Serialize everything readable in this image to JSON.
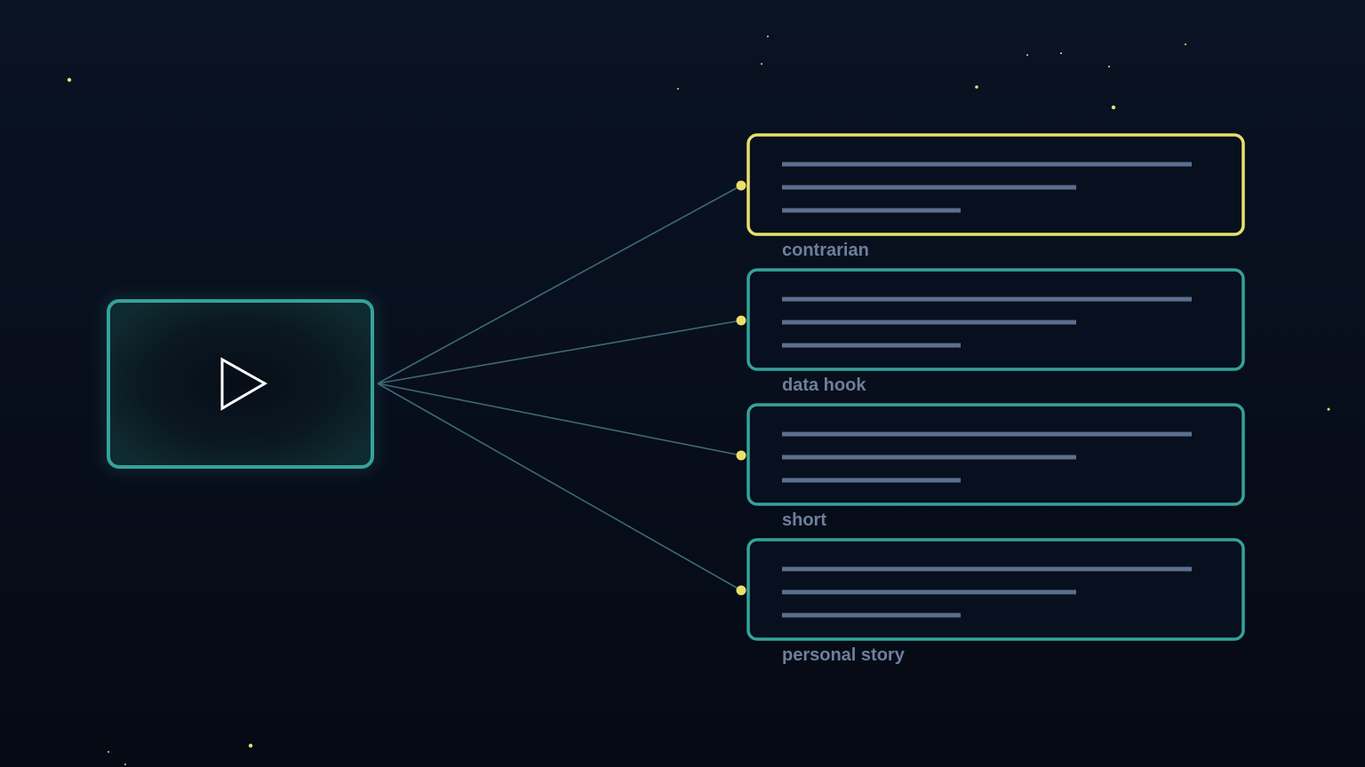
{
  "diagram": {
    "source": {
      "icon": "play-icon"
    },
    "variants": [
      {
        "label": "contrarian",
        "highlighted": true
      },
      {
        "label": "data hook",
        "highlighted": false
      },
      {
        "label": "short",
        "highlighted": false
      },
      {
        "label": "personal story",
        "highlighted": false
      }
    ]
  },
  "colors": {
    "accent_teal": "#34a39a",
    "highlight_yellow": "#e8e06a",
    "line_gray": "#5b6f8f",
    "label_gray": "#6e7f9c",
    "connector": "#3f6878"
  }
}
